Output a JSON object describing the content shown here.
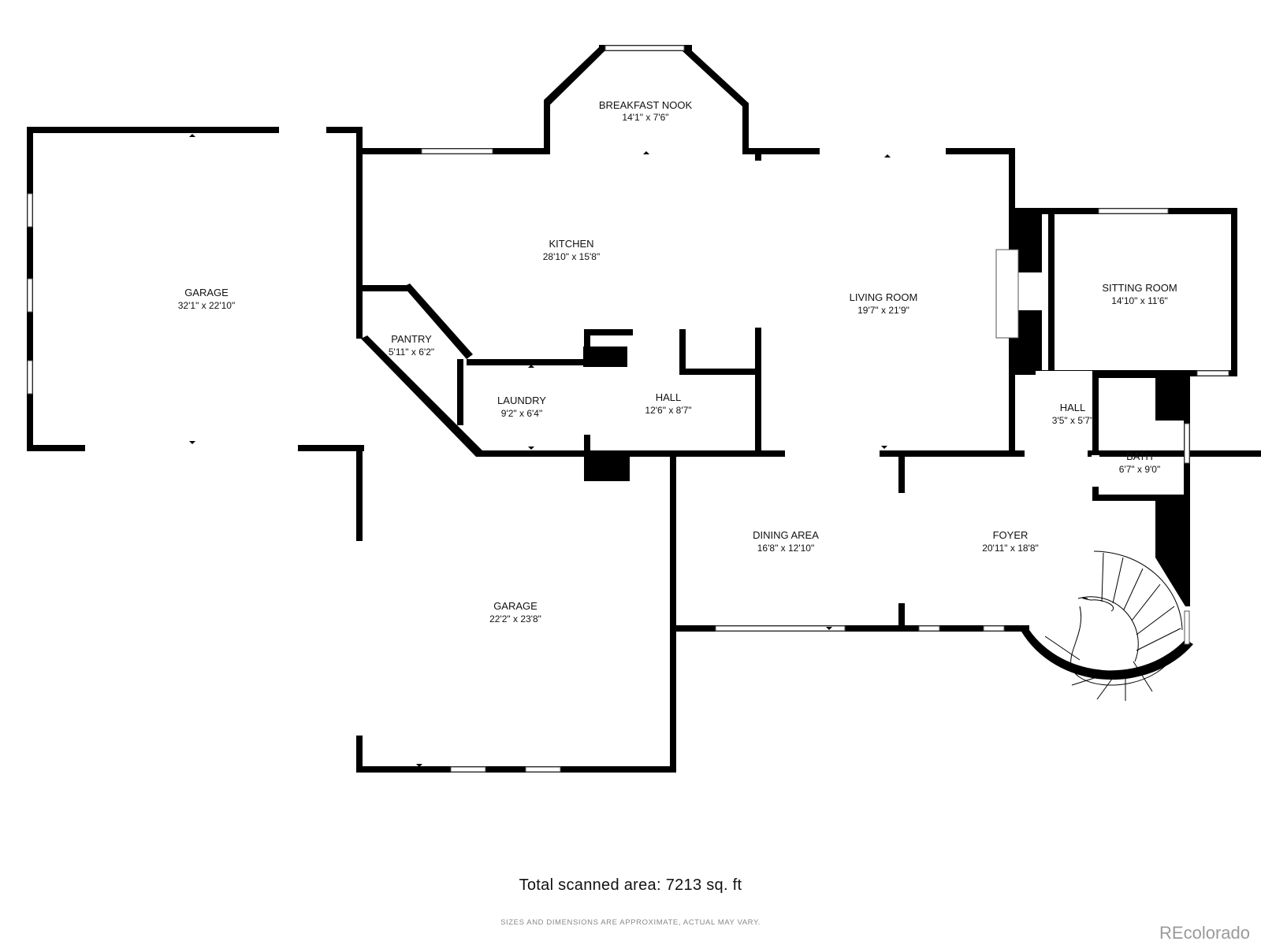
{
  "rooms": [
    {
      "key": "garage_west",
      "name": "GARAGE",
      "dims": "32'1\" x 22'10\""
    },
    {
      "key": "breakfast_nook",
      "name": "BREAKFAST NOOK",
      "dims": "14'1\" x 7'6\""
    },
    {
      "key": "kitchen",
      "name": "KITCHEN",
      "dims": "28'10\" x 15'8\""
    },
    {
      "key": "pantry",
      "name": "PANTRY",
      "dims": "5'11\" x 6'2\""
    },
    {
      "key": "laundry",
      "name": "LAUNDRY",
      "dims": "9'2\" x 6'4\""
    },
    {
      "key": "hall_center",
      "name": "HALL",
      "dims": "12'6\" x 8'7\""
    },
    {
      "key": "living_room",
      "name": "LIVING ROOM",
      "dims": "19'7\" x 21'9\""
    },
    {
      "key": "sitting_room",
      "name": "SITTING ROOM",
      "dims": "14'10\" x 11'6\""
    },
    {
      "key": "hall_east",
      "name": "HALL",
      "dims": "3'5\" x 5'7\""
    },
    {
      "key": "bath",
      "name": "BATH",
      "dims": "6'7\" x 9'0\""
    },
    {
      "key": "dining_area",
      "name": "DINING AREA",
      "dims": "16'8\" x 12'10\""
    },
    {
      "key": "foyer",
      "name": "FOYER",
      "dims": "20'11\" x 18'8\""
    },
    {
      "key": "garage_south",
      "name": "GARAGE",
      "dims": "22'2\" x 23'8\""
    }
  ],
  "footer": {
    "total_area": "Total scanned area: 7213 sq. ft",
    "disclaimer": "SIZES AND DIMENSIONS ARE APPROXIMATE, ACTUAL MAY VARY.",
    "watermark": "REcolorado"
  }
}
